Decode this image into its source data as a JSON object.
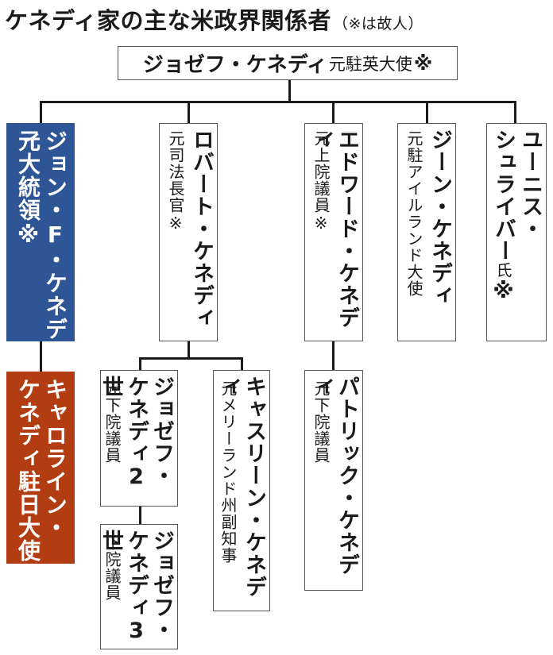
{
  "title": {
    "main": "ケネディ家の主な米政界関係者",
    "note": "（※は故人）"
  },
  "colors": {
    "jfk_box": "#2e5596",
    "caroline_box": "#b33d12"
  },
  "nodes": {
    "root": {
      "name": "ジョゼフ・ケネディ",
      "role": "元駐英大使",
      "deceased": "※"
    },
    "jfk": {
      "name_1": "ジョン・F・ケネディ",
      "name_2": "元大統領",
      "deceased": "※"
    },
    "caroline": {
      "name_1": "キャロライン・",
      "name_2": "ケネディ駐日大使"
    },
    "robert": {
      "name": "ロバート・ケネディ",
      "role": "元司法長官",
      "deceased": "※"
    },
    "edward": {
      "name": "エドワード・ケネディ",
      "role": "元上院議員",
      "deceased": "※"
    },
    "jean": {
      "name": "ジーン・ケネディ",
      "role": "元駐アイルランド大使"
    },
    "eunice": {
      "name_1": "ユーニス・",
      "name_2": "シュライバー",
      "role": "氏",
      "deceased": "※"
    },
    "joseph2": {
      "name_1": "ジョゼフ・",
      "name_2": "ケネディ2世",
      "role": "元下院議員"
    },
    "kathleen": {
      "name": "キャスリーン・ケネディ",
      "role": "元メリーランド州副知事"
    },
    "patrick": {
      "name": "パトリック・ケネディ",
      "role": "元下院議員"
    },
    "joseph3": {
      "name_1": "ジョゼフ・",
      "name_2": "ケネディ3世",
      "role": "下院議員"
    }
  }
}
